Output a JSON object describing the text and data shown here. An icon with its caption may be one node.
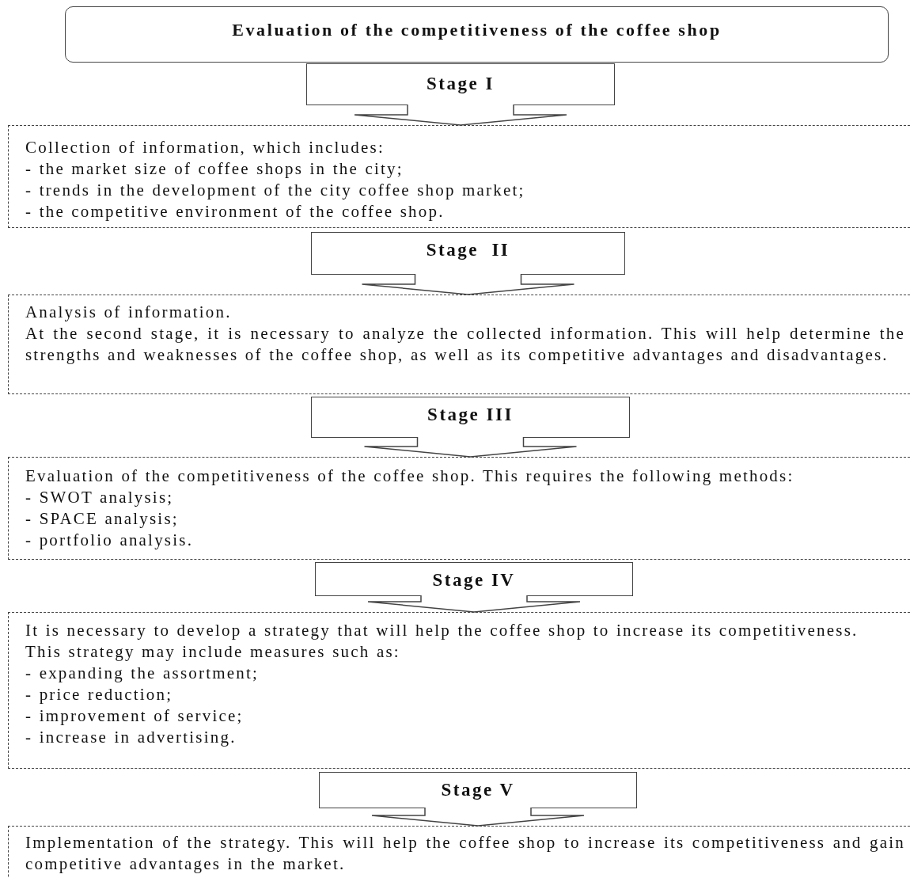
{
  "diagram": {
    "nodes": [
      {
        "text": [
          "Evaluation of the competitiveness of the coffee shop"
        ]
      },
      {
        "text": [
          "Stage I"
        ]
      },
      {
        "text": [
          "Collection of information, which includes:",
          "- the market size of coffee shops in the city;",
          "- trends in the development of the city coffee shop market;",
          "- the competitive environment of the coffee shop."
        ]
      },
      {
        "text": [
          "Stage  II"
        ]
      },
      {
        "text": [
          "Analysis of information.",
          "At the second stage, it is necessary to analyze the collected information. This will help determine the strengths and weaknesses of the coffee shop, as well as its competitive advantages and disadvantages."
        ]
      },
      {
        "text": [
          "Stage III"
        ]
      },
      {
        "text": [
          "Evaluation of the competitiveness of the coffee shop. This requires the following methods:",
          "- SWOT analysis;",
          "- SPACE analysis;",
          "- portfolio analysis."
        ]
      },
      {
        "text": [
          "Stage IV"
        ]
      },
      {
        "text": [
          "It is necessary to develop a strategy that will help the coffee shop to increase its competitiveness.",
          "This strategy may include measures such as:",
          "- expanding the assortment;",
          "- price reduction;",
          "- improvement of service;",
          "- increase in advertising."
        ]
      },
      {
        "text": [
          "Stage V"
        ]
      },
      {
        "text": [
          "Implementation of the strategy. This will help the coffee shop to increase its competitiveness and gain competitive advantages in the market."
        ]
      }
    ],
    "edges": [
      {
        "from": 1,
        "to": 2,
        "arrow": "to"
      },
      {
        "from": 3,
        "to": 4,
        "arrow": "to"
      },
      {
        "from": 5,
        "to": 6,
        "arrow": "to"
      },
      {
        "from": 7,
        "to": 8,
        "arrow": "to"
      },
      {
        "from": 9,
        "to": 10,
        "arrow": "to"
      }
    ]
  }
}
